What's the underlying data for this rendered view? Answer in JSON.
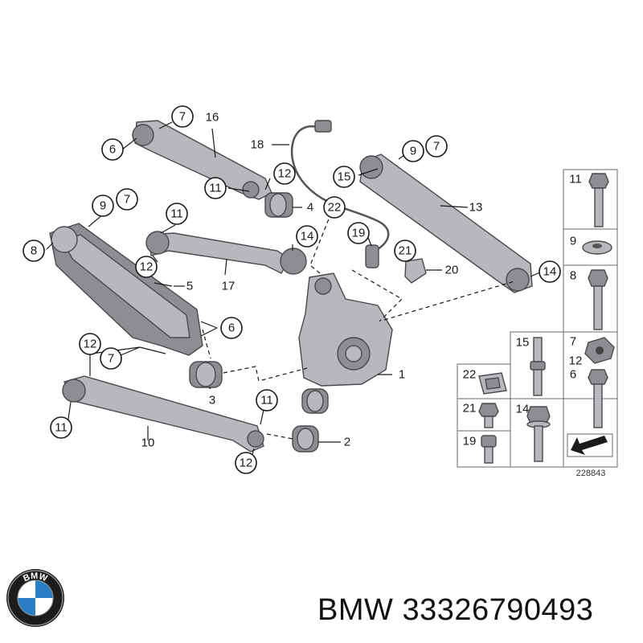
{
  "caption": {
    "brand": "BMW",
    "part_number": "33326790493"
  },
  "diagram_ref": "228843",
  "logo_text": "BMW",
  "callouts": [
    "1",
    "2",
    "3",
    "4",
    "5",
    "6",
    "7",
    "8",
    "9",
    "10",
    "11",
    "12",
    "13",
    "14",
    "15",
    "16",
    "17",
    "18",
    "19",
    "20",
    "21",
    "22"
  ],
  "colors": {
    "part_fill": "#b8b8bc",
    "part_dark": "#8d8d92",
    "line": "#1a1a1a",
    "logo_blue": "#2a7fc4"
  }
}
